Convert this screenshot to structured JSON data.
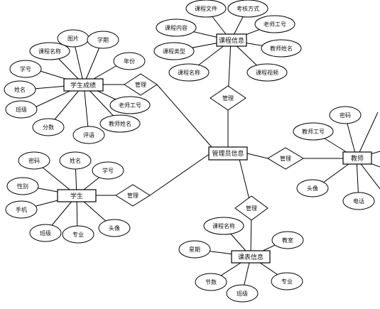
{
  "entities": {
    "student_grade": "学生成绩",
    "course_info": "课程信息",
    "admin_info": "管理员信息",
    "student": "学生",
    "teacher": "教师",
    "timetable_info": "课表信息"
  },
  "relationships": {
    "rel_grade_admin": "管理",
    "rel_course_admin": "管理",
    "rel_student_admin": "管理",
    "rel_teacher_admin": "管理",
    "rel_timetable_admin": "管理"
  },
  "attributes": {
    "grade_student_no": "学号",
    "grade_course_name": "课程名称",
    "grade_image": "图片",
    "grade_semester": "学期",
    "grade_year": "年份",
    "grade_name": "姓名",
    "grade_class": "班级",
    "grade_score": "分数",
    "grade_comment": "评语",
    "grade_teacher_no": "老师工号",
    "grade_teacher_name": "教师姓名",
    "course_file": "课程文件",
    "course_exam_method": "考核方式",
    "course_content": "课程内容",
    "course_teacher_no": "老师工号",
    "course_type": "课程类型",
    "course_teacher_name": "教师姓名",
    "course_name": "课程名称",
    "course_video": "课程视频",
    "student_password": "密码",
    "student_name": "姓名",
    "student_no": "学号",
    "student_gender": "性别",
    "student_phone": "手机",
    "student_class": "班级",
    "student_major": "专业",
    "student_avatar": "头像",
    "teacher_password": "密码",
    "teacher_no": "教师工号",
    "teacher_avatar": "头像",
    "teacher_phone": "电话",
    "timetable_course_name": "课程名称",
    "timetable_classroom": "教室",
    "timetable_weekday": "星期",
    "timetable_period": "节数",
    "timetable_class": "班级",
    "timetable_major": "专业"
  }
}
